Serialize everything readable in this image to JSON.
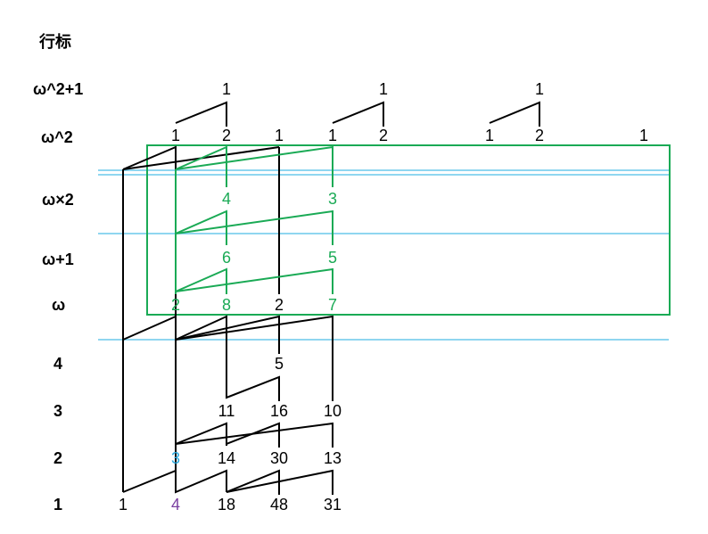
{
  "header": {
    "label": "行标"
  },
  "row_labels": [
    {
      "id": "r-w2p1",
      "text": "ω^2+1"
    },
    {
      "id": "r-w2",
      "text": "ω^2"
    },
    {
      "id": "r-wx2",
      "text": "ω×2"
    },
    {
      "id": "r-wp1",
      "text": "ω+1"
    },
    {
      "id": "r-w",
      "text": "ω"
    },
    {
      "id": "r-4",
      "text": "4"
    },
    {
      "id": "r-3",
      "text": "3"
    },
    {
      "id": "r-2",
      "text": "2"
    },
    {
      "id": "r-1",
      "text": "1"
    }
  ],
  "colors": {
    "black": "#000000",
    "green": "#1aaa55",
    "blue": "#6ac8ec",
    "cyan_text": "#29a9df",
    "purple_text": "#7a3fa0"
  },
  "nodes": [
    {
      "id": "t1",
      "text": "1",
      "color": "black"
    },
    {
      "id": "t2",
      "text": "1",
      "color": "black"
    },
    {
      "id": "t3",
      "text": "1",
      "color": "black"
    },
    {
      "id": "a1",
      "text": "1",
      "color": "black"
    },
    {
      "id": "a2",
      "text": "2",
      "color": "black"
    },
    {
      "id": "a3",
      "text": "1",
      "color": "black"
    },
    {
      "id": "a4",
      "text": "1",
      "color": "black"
    },
    {
      "id": "a5",
      "text": "2",
      "color": "black"
    },
    {
      "id": "a6",
      "text": "1",
      "color": "black"
    },
    {
      "id": "a7",
      "text": "2",
      "color": "black"
    },
    {
      "id": "a8",
      "text": "1",
      "color": "black"
    },
    {
      "id": "g4",
      "text": "4",
      "color": "green"
    },
    {
      "id": "g3",
      "text": "3",
      "color": "green"
    },
    {
      "id": "g6",
      "text": "6",
      "color": "green"
    },
    {
      "id": "g5",
      "text": "5",
      "color": "green"
    },
    {
      "id": "w2g",
      "text": "2",
      "color": "green"
    },
    {
      "id": "w8",
      "text": "8",
      "color": "green"
    },
    {
      "id": "w2b",
      "text": "2",
      "color": "black"
    },
    {
      "id": "w7",
      "text": "7",
      "color": "green"
    },
    {
      "id": "n5",
      "text": "5",
      "color": "black"
    },
    {
      "id": "n11",
      "text": "11",
      "color": "black"
    },
    {
      "id": "n16",
      "text": "16",
      "color": "black"
    },
    {
      "id": "n10",
      "text": "10",
      "color": "black"
    },
    {
      "id": "n3",
      "text": "3",
      "color": "cyan_text"
    },
    {
      "id": "n14",
      "text": "14",
      "color": "black"
    },
    {
      "id": "n30",
      "text": "30",
      "color": "black"
    },
    {
      "id": "n13",
      "text": "13",
      "color": "black"
    },
    {
      "id": "b1",
      "text": "1",
      "color": "black"
    },
    {
      "id": "b4",
      "text": "4",
      "color": "purple_text"
    },
    {
      "id": "b18",
      "text": "18",
      "color": "black"
    },
    {
      "id": "b48",
      "text": "48",
      "color": "black"
    },
    {
      "id": "b31",
      "text": "31",
      "color": "black"
    }
  ]
}
